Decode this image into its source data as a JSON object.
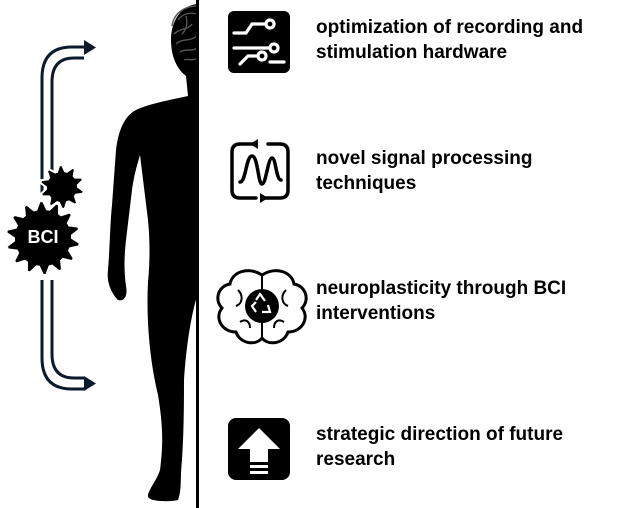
{
  "bci": {
    "label": "BCI"
  },
  "items": [
    {
      "icon": "circuit-icon",
      "lines": [
        "optimization of recording and",
        "stimulation hardware"
      ]
    },
    {
      "icon": "signal-wave-icon",
      "lines": [
        "novel signal processing",
        "techniques"
      ]
    },
    {
      "icon": "brain-recycle-icon",
      "lines": [
        "neuroplasticity through BCI",
        "interventions"
      ]
    },
    {
      "icon": "up-arrow-icon",
      "lines": [
        "strategic direction of future",
        "research"
      ]
    }
  ],
  "colors": {
    "navy": "#0d1a2e",
    "black": "#000000",
    "white": "#ffffff",
    "brain_line": "#555555"
  }
}
